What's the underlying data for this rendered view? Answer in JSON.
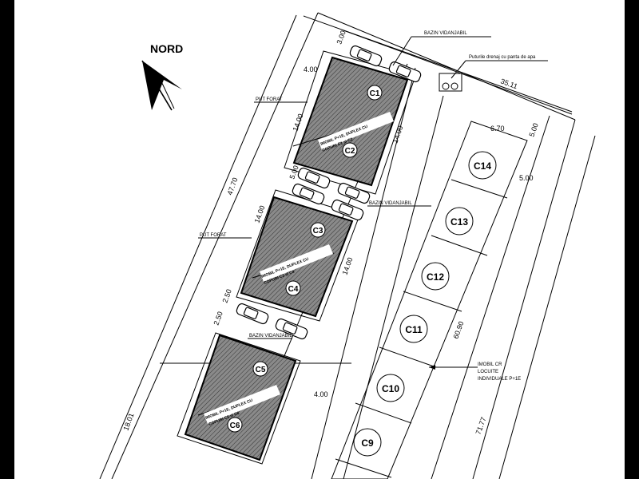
{
  "north_label": "NORD",
  "dimensions": {
    "d3_00": "3.00",
    "d4_00_top": "4.00",
    "d14_00_left": "14.00",
    "d14_00_right": "14.00",
    "d5_00_mid": "5.00",
    "d14_00_left2": "14.00",
    "d14_00_right2": "14.00",
    "d2_50_a": "2.50",
    "d2_50_b": "2.50",
    "d47_70": "47.70",
    "d18_01": "18.01",
    "d4_00_bottom": "4.00",
    "d35_11": "35.11",
    "d6_70": "6.70",
    "d5_00_right": "5.00",
    "d5_00_right2": "5.00",
    "d60_90": "60.90",
    "d71_77": "71.77"
  },
  "labels": {
    "bazin_top": "BAZIN VIDANJABIL",
    "puturi_top": "Puturile drenaj cu panta de apa",
    "put_forat_1": "PUT FORAT",
    "put_forat_2": "PUT FORAT",
    "bazin_mid": "BAZIN VIDANJABIL",
    "bazin_low": "BAZIN VIDANJABIL",
    "imobil_cr_1": "IMOBIL CR",
    "imobil_cr_2": "LOCUITE",
    "imobil_cr_3": "INDIVIDUALE  P+1E"
  },
  "buildings": [
    {
      "line1": "IMOBIL P+1E, DUPLEX CU",
      "line2": "COPURI C1 si C2"
    },
    {
      "line1": "IMOBIL P+1E, DUPLEX CU",
      "line2": "COPURI C3 si C4"
    },
    {
      "line1": "IMOBIL P+1E, DUPLEX CU",
      "line2": "COPURI C5 si C6"
    }
  ],
  "units": {
    "C1": "C1",
    "C2": "C2",
    "C3": "C3",
    "C4": "C4",
    "C5": "C5",
    "C6": "C6",
    "C9": "C9",
    "C10": "C10",
    "C11": "C11",
    "C12": "C12",
    "C13": "C13",
    "C14": "C14"
  }
}
